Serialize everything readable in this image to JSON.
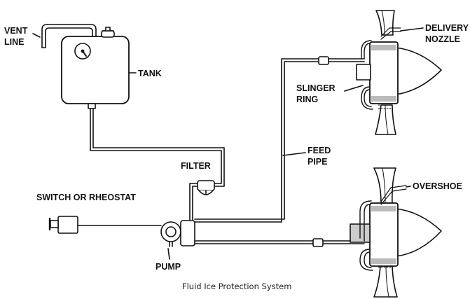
{
  "labels": {
    "vent_line_1": "VENT",
    "vent_line_2": "LINE",
    "tank": "TANK",
    "delivery_1": "DELIVERY",
    "delivery_2": "NOZZLE",
    "slinger_1": "SLINGER",
    "slinger_2": "RING",
    "feed_1": "FEED",
    "feed_2": "PIPE",
    "filter": "FILTER",
    "switch": "SWITCH OR RHEOSTAT",
    "pump": "PUMP",
    "overshoe": "OVERSHOE"
  },
  "caption": "Fluid Ice Protection System"
}
